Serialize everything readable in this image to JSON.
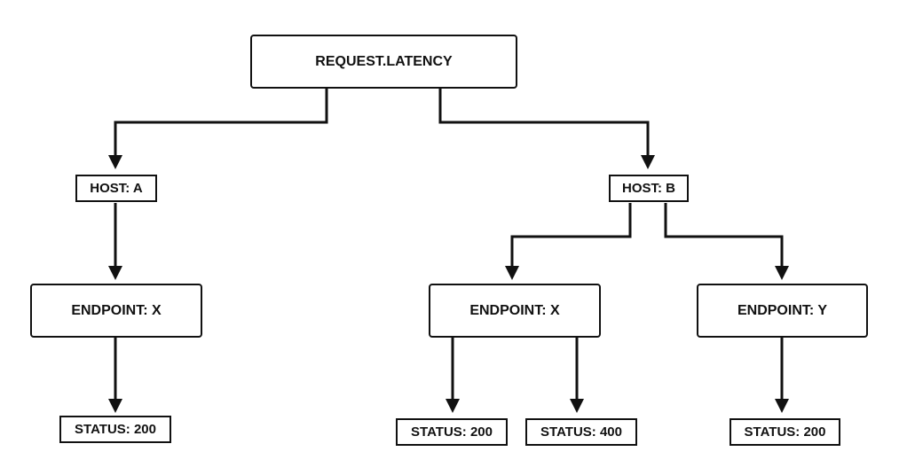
{
  "root": {
    "label": "REQUEST.LATENCY"
  },
  "host_a": {
    "label": "HOST: A",
    "endpoint_x": {
      "label": "ENDPOINT: X",
      "status": "STATUS: 200"
    }
  },
  "host_b": {
    "label": "HOST: B",
    "endpoint_x": {
      "label": "ENDPOINT: X",
      "status_1": "STATUS: 200",
      "status_2": "STATUS: 400"
    },
    "endpoint_y": {
      "label": "ENDPOINT: Y",
      "status": "STATUS: 200"
    }
  }
}
